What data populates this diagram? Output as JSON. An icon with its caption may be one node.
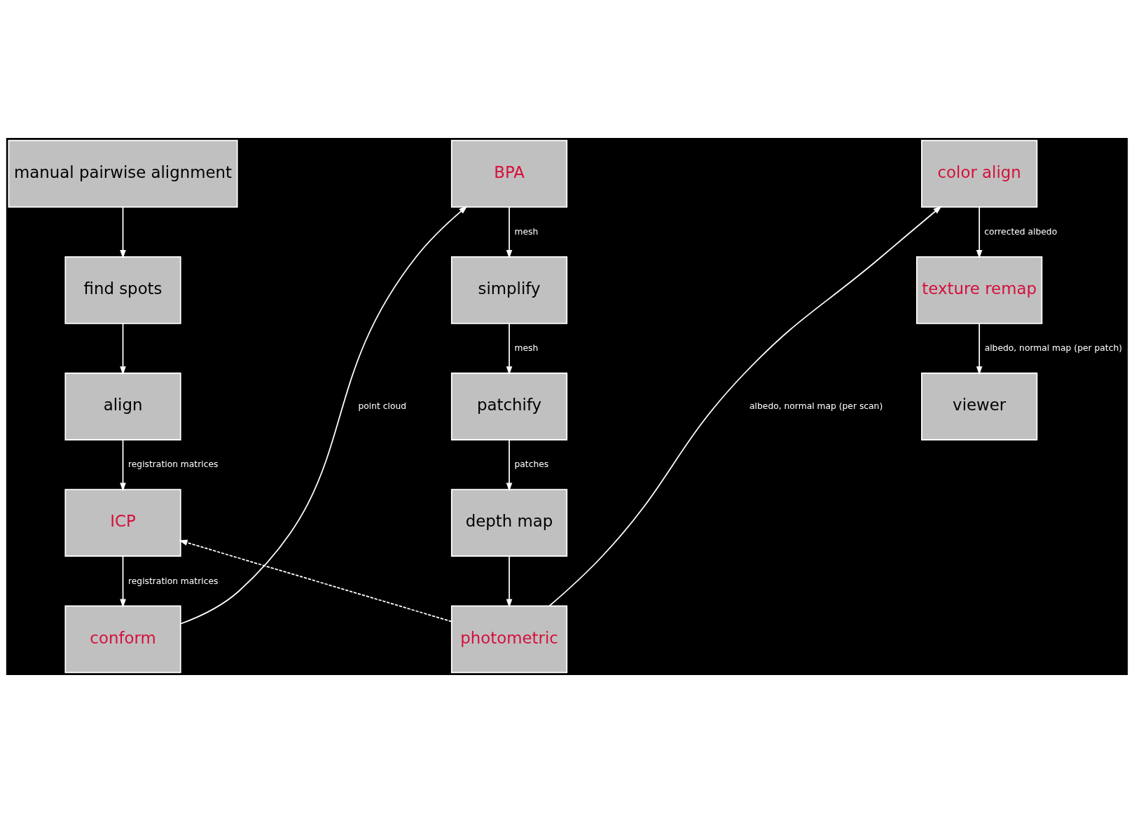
{
  "diagram": {
    "nodes": [
      {
        "text": [
          "manual pairwise alignment"
        ]
      },
      {
        "text": [
          "find spots"
        ]
      },
      {
        "text": [
          "align"
        ]
      },
      {
        "text": [
          "ICP"
        ]
      },
      {
        "text": [
          "conform"
        ]
      },
      {
        "text": [
          "BPA"
        ]
      },
      {
        "text": [
          "simplify"
        ]
      },
      {
        "text": [
          "patchify"
        ]
      },
      {
        "text": [
          "depth map"
        ]
      },
      {
        "text": [
          "photometric"
        ]
      },
      {
        "text": [
          "color align"
        ]
      },
      {
        "text": [
          "texture remap"
        ]
      },
      {
        "text": [
          "viewer"
        ]
      }
    ],
    "edges": [
      {
        "from": 0,
        "to": 1,
        "arrow": "to"
      },
      {
        "from": 1,
        "to": 2,
        "arrow": "to"
      },
      {
        "from": 2,
        "to": 3,
        "arrow": "to",
        "label": "registration matrices"
      },
      {
        "from": 3,
        "to": 4,
        "arrow": "to",
        "label": "registration matrices"
      },
      {
        "from": 4,
        "to": 5,
        "arrow": "to",
        "label": "point cloud"
      },
      {
        "from": 5,
        "to": 6,
        "arrow": "to",
        "label": "mesh"
      },
      {
        "from": 6,
        "to": 7,
        "arrow": "to",
        "label": "mesh"
      },
      {
        "from": 7,
        "to": 8,
        "arrow": "to",
        "label": "patches"
      },
      {
        "from": 8,
        "to": 9,
        "arrow": "to"
      },
      {
        "from": 9,
        "to": 3,
        "arrow": "to",
        "style": "dashed"
      },
      {
        "from": 9,
        "to": 10,
        "arrow": "to",
        "label": "albedo, normal map (per scan)"
      },
      {
        "from": 10,
        "to": 11,
        "arrow": "to",
        "label": "corrected albedo"
      },
      {
        "from": 11,
        "to": 12,
        "arrow": "to",
        "label": "albedo, normal map (per patch)"
      }
    ]
  }
}
